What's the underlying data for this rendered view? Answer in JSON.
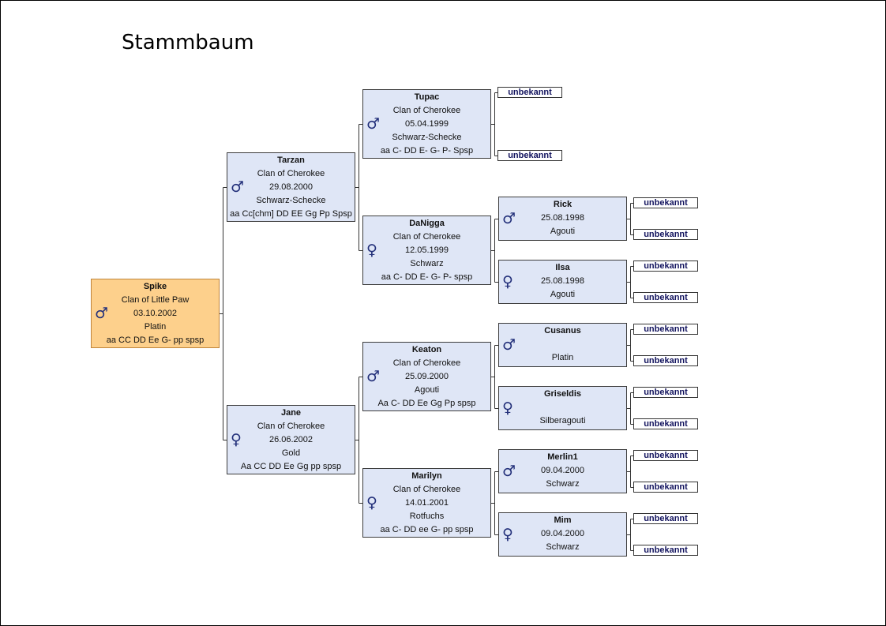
{
  "title": "Stammbaum",
  "colors": {
    "card": "#dfe6f6",
    "root": "#fdd08c",
    "symbol": "#23307a",
    "unknown_text": "#12135e"
  },
  "unknown_label": "unbekannt",
  "tree": {
    "root": {
      "name": "Spike",
      "clan": "Clan of Little Paw",
      "date": "03.10.2002",
      "color": "Platin",
      "genetics": "aa CC DD Ee G- pp spsp",
      "sex": "male"
    },
    "sire": {
      "name": "Tarzan",
      "clan": "Clan of Cherokee",
      "date": "29.08.2000",
      "color": "Schwarz-Schecke",
      "genetics": "aa Cc[chm] DD EE Gg Pp Spsp",
      "sex": "male"
    },
    "dam": {
      "name": "Jane",
      "clan": "Clan of Cherokee",
      "date": "26.06.2002",
      "color": "Gold",
      "genetics": "Aa CC DD Ee Gg pp spsp",
      "sex": "female"
    },
    "sire_sire": {
      "name": "Tupac",
      "clan": "Clan of Cherokee",
      "date": "05.04.1999",
      "color": "Schwarz-Schecke",
      "genetics": "aa C- DD E- G- P- Spsp",
      "sex": "male"
    },
    "sire_dam": {
      "name": "DaNigga",
      "clan": "Clan of Cherokee",
      "date": "12.05.1999",
      "color": "Schwarz",
      "genetics": "aa C- DD E- G- P- spsp",
      "sex": "female"
    },
    "dam_sire": {
      "name": "Keaton",
      "clan": "Clan of Cherokee",
      "date": "25.09.2000",
      "color": "Agouti",
      "genetics": "Aa C- DD Ee Gg Pp spsp",
      "sex": "male"
    },
    "dam_dam": {
      "name": "Marilyn",
      "clan": "Clan of Cherokee",
      "date": "14.01.2001",
      "color": "Rotfuchs",
      "genetics": "aa C- DD ee G- pp spsp",
      "sex": "female"
    },
    "sd_sire": {
      "name": "Rick",
      "date": "25.08.1998",
      "color": "Agouti",
      "sex": "male"
    },
    "sd_dam": {
      "name": "Ilsa",
      "date": "25.08.1998",
      "color": "Agouti",
      "sex": "female"
    },
    "ds_sire": {
      "name": "Cusanus",
      "date": "",
      "color": "Platin",
      "sex": "male"
    },
    "ds_dam": {
      "name": "Griseldis",
      "date": "",
      "color": "Silberagouti",
      "sex": "female"
    },
    "dd_sire": {
      "name": "Merlin1",
      "date": "09.04.2000",
      "color": "Schwarz",
      "sex": "male"
    },
    "dd_dam": {
      "name": "Mim",
      "date": "09.04.2000",
      "color": "Schwarz",
      "sex": "female"
    }
  }
}
